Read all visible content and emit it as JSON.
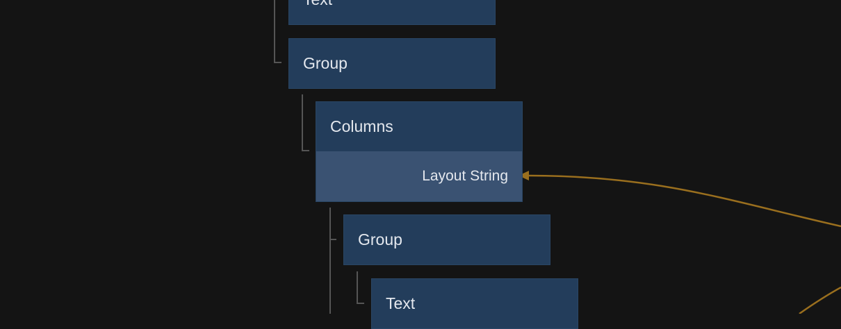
{
  "nodes": [
    {
      "title": "Text"
    },
    {
      "title": "Group"
    },
    {
      "title": "Columns",
      "port": "Layout String"
    },
    {
      "title": "Group"
    },
    {
      "title": "Text"
    }
  ],
  "colors": {
    "background": "#141414",
    "node": "#233d5b",
    "port": "#3a5272",
    "connection": "#9a6f1e",
    "tree_line": "#555555"
  }
}
